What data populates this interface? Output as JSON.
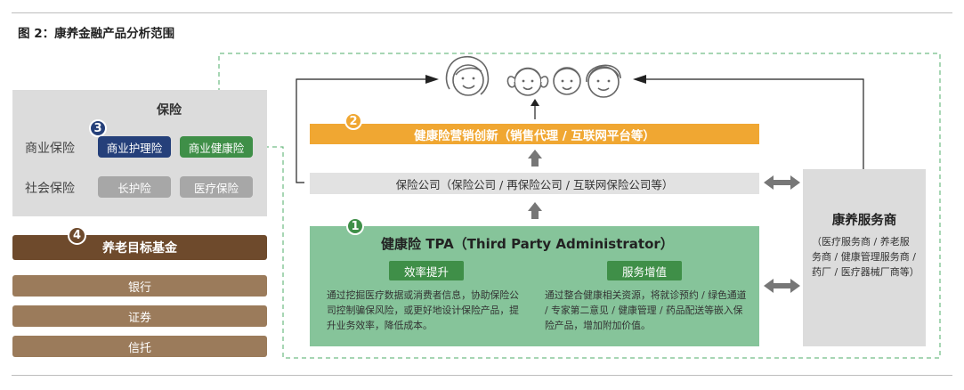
{
  "figure": {
    "title": "图 2：康养金融产品分析范围"
  },
  "insurance_panel": {
    "title": "保险",
    "badge": "3",
    "rows": [
      {
        "label": "商业保险",
        "items": [
          "商业护理险",
          "商业健康险"
        ]
      },
      {
        "label": "社会保险",
        "items": [
          "长护险",
          "医疗保险"
        ]
      }
    ]
  },
  "fund_panel": {
    "badge": "4",
    "title": "养老目标基金",
    "items": [
      "银行",
      "证券",
      "信托"
    ]
  },
  "marketing": {
    "badge": "2",
    "label": "健康险营销创新（销售代理 / 互联网平台等）"
  },
  "insurers": {
    "label": "保险公司（保险公司 / 再保险公司 / 互联网保险公司等）"
  },
  "tpa": {
    "badge": "1",
    "title": "健康险 TPA（Third Party Administrator）",
    "efficiency": {
      "tag": "效率提升",
      "text": "通过挖掘医疗数据或消费者信息，协助保险公司控制骗保风险，或更好地设计保险产品，提升业务效率，降低成本。"
    },
    "service": {
      "tag": "服务增值",
      "text": "通过整合健康相关资源，将就诊预约 / 绿色通道 / 专家第二意见 / 健康管理 / 药品配送等嵌入保险产品，增加附加价值。"
    }
  },
  "provider": {
    "title": "康养服务商",
    "desc": "（医疗服务商 / 养老服务商 / 健康管理服务商 / 药厂 / 医疗器械厂商等）"
  },
  "colors": {
    "orange": "#f0a732",
    "dark_green": "#3f8f48",
    "navy": "#25407a",
    "light_green": "#86c49a",
    "brown": "#6e4a2c",
    "tan": "#9b7b5b",
    "grey": "#dcdcdc",
    "dashed": "#4fae68"
  },
  "icons": [
    "family-icon",
    "arrow-up-icon",
    "double-arrow-icon"
  ]
}
